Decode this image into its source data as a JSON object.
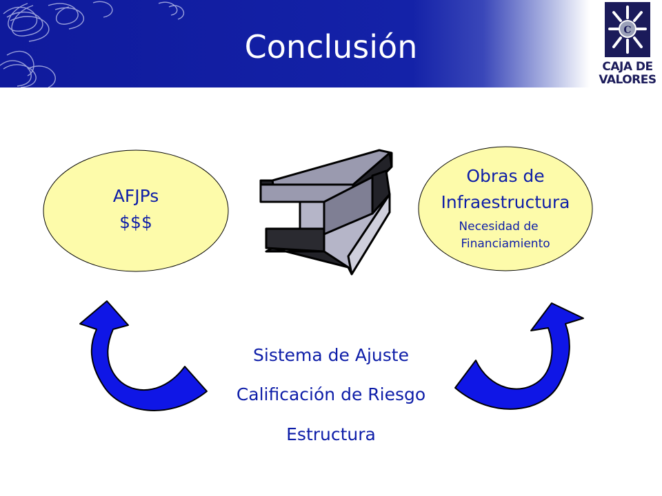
{
  "header": {
    "title": "Conclusión"
  },
  "logo": {
    "line1": "CAJA DE",
    "line2": "VALORES",
    "icon": "caja-de-valores-emblem"
  },
  "nodes": {
    "left": {
      "line1": "AFJPs",
      "line2": "$$$"
    },
    "right": {
      "line1": "Obras de",
      "line2": "Infraestructura",
      "line3": "Necesidad de",
      "line4": "Financiamiento"
    }
  },
  "center": {
    "items": [
      "Sistema de Ajuste",
      "Calificación de Riesgo",
      "Estructura"
    ]
  },
  "colors": {
    "header_blue": "#1422a8",
    "node_fill": "#fdfbaa",
    "node_text": "#0d1da8",
    "arrow_fill": "#0f16e6",
    "beam_top": "#9a9aaf",
    "beam_side": "#b5b5c8"
  },
  "icons": [
    "i-beam-icon",
    "curved-arrow-left-icon",
    "curved-arrow-right-icon"
  ]
}
